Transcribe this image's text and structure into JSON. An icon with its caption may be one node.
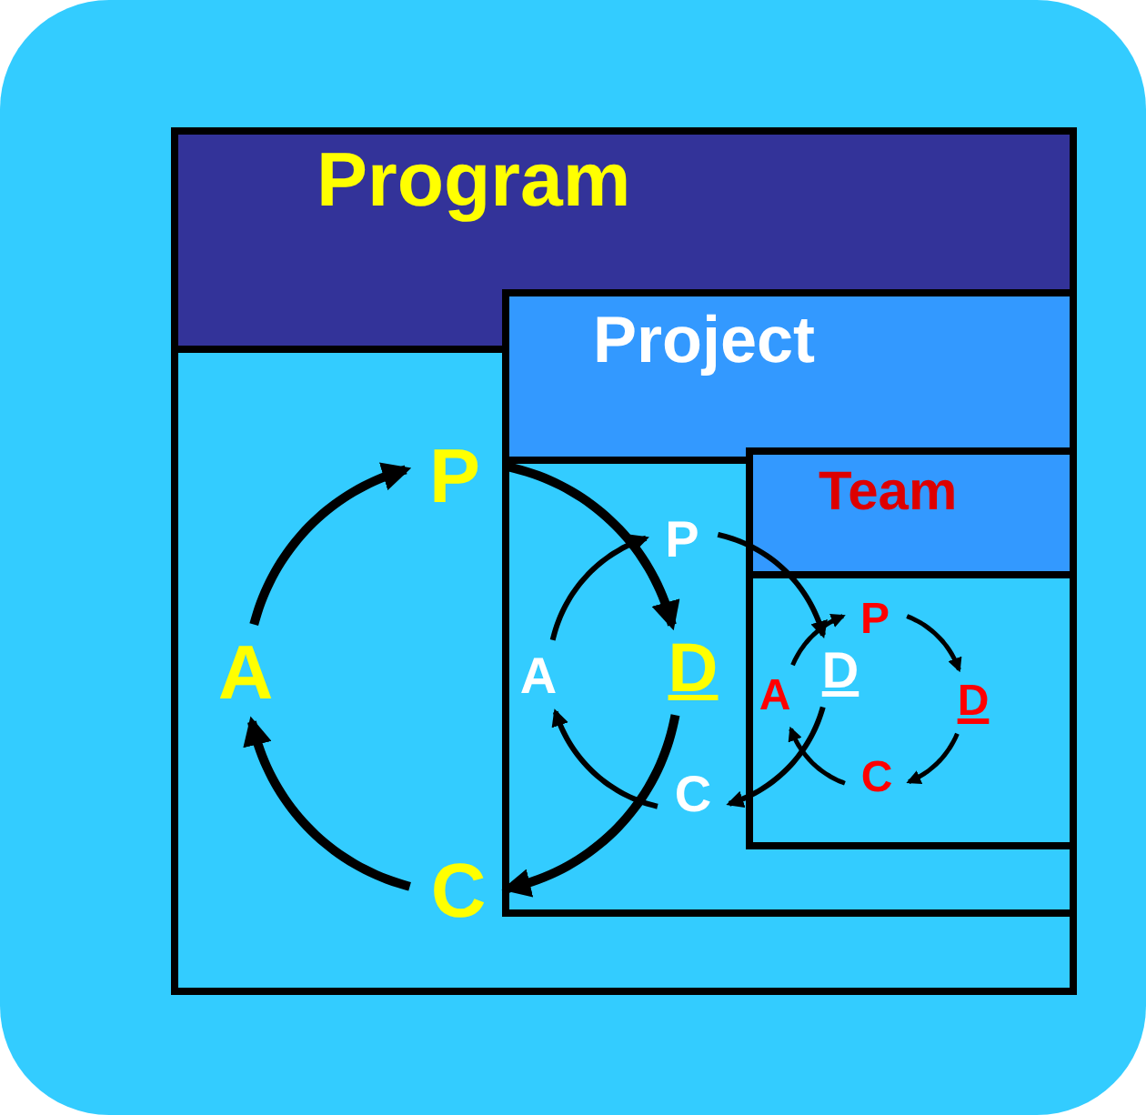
{
  "diagram": {
    "nodes": [
      {
        "text": [
          "Program"
        ]
      },
      {
        "text": [
          "Project"
        ],
        "in": 0
      },
      {
        "text": [
          "Team"
        ],
        "in": 1
      },
      {
        "text": [
          "P"
        ],
        "in": 0
      },
      {
        "text": [
          "D"
        ],
        "in": 1
      },
      {
        "text": [
          "C"
        ],
        "in": 0
      },
      {
        "text": [
          "A"
        ],
        "in": 0
      },
      {
        "text": [
          "P"
        ],
        "in": 1
      },
      {
        "text": [
          "D"
        ],
        "in": 2
      },
      {
        "text": [
          "C"
        ],
        "in": 1
      },
      {
        "text": [
          "A"
        ],
        "in": 1
      },
      {
        "text": [
          "P"
        ],
        "in": 2
      },
      {
        "text": [
          "D"
        ],
        "in": 2
      },
      {
        "text": [
          "C"
        ],
        "in": 2
      },
      {
        "text": [
          "A"
        ],
        "in": 2
      }
    ],
    "edges": [
      {
        "from": 6,
        "to": 3,
        "arrow": "to"
      },
      {
        "from": 3,
        "to": 4,
        "arrow": "to"
      },
      {
        "from": 4,
        "to": 5,
        "arrow": "to"
      },
      {
        "from": 5,
        "to": 6,
        "arrow": "to"
      },
      {
        "from": 10,
        "to": 7,
        "arrow": "to"
      },
      {
        "from": 7,
        "to": 8,
        "arrow": "to"
      },
      {
        "from": 8,
        "to": 9,
        "arrow": "to"
      },
      {
        "from": 9,
        "to": 10,
        "arrow": "to"
      },
      {
        "from": 14,
        "to": 11,
        "arrow": "to"
      },
      {
        "from": 11,
        "to": 12,
        "arrow": "to"
      },
      {
        "from": 12,
        "to": 13,
        "arrow": "to"
      },
      {
        "from": 13,
        "to": 14,
        "arrow": "to"
      }
    ]
  }
}
